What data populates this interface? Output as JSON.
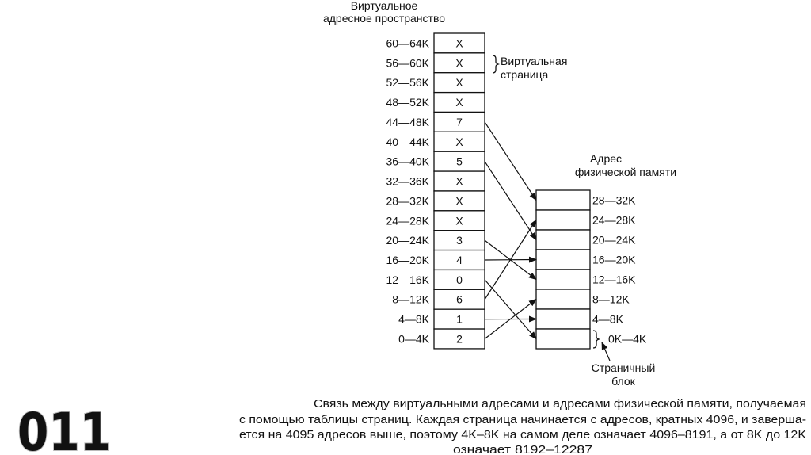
{
  "virtual": {
    "title_line1": "Виртуальное",
    "title_line2": "адресное пространство",
    "rows": [
      {
        "range": "60—64K",
        "value": "X"
      },
      {
        "range": "56—60K",
        "value": "X"
      },
      {
        "range": "52—56K",
        "value": "X"
      },
      {
        "range": "48—52K",
        "value": "X"
      },
      {
        "range": "44—48K",
        "value": "7"
      },
      {
        "range": "40—44K",
        "value": "X"
      },
      {
        "range": "36—40K",
        "value": "5"
      },
      {
        "range": "32—36K",
        "value": "X"
      },
      {
        "range": "28—32K",
        "value": "X"
      },
      {
        "range": "24—28K",
        "value": "X"
      },
      {
        "range": "20—24K",
        "value": "3"
      },
      {
        "range": "16—20K",
        "value": "4"
      },
      {
        "range": "12—16K",
        "value": "0"
      },
      {
        "range": "8—12K",
        "value": "6"
      },
      {
        "range": "4—8K",
        "value": "1"
      },
      {
        "range": "0—4K",
        "value": "2"
      }
    ],
    "page_label_line1": "Виртуальная",
    "page_label_line2": "страница"
  },
  "physical": {
    "title_line1": "Адрес",
    "title_line2": "физической памяти",
    "rows": [
      "28—32K",
      "24—28K",
      "20—24K",
      "16—20K",
      "12—16K",
      "8—12K",
      "4—8K",
      "0K—4K"
    ],
    "frame_label_line1": "Страничный",
    "frame_label_line2": "блок"
  },
  "caption": {
    "line1": "Связь между виртуальными адресами и адресами физической памяти, получаемая",
    "line2": "с помощью таблицы страниц. Каждая страница начинается с адресов, кратных 4096, и заверша-",
    "line3": "ется на 4095 адресов выше, поэтому 4K–8K на самом деле означает 4096–8191, а от 8K до 12K",
    "line4": "означает 8192–12287"
  },
  "logo": "011"
}
